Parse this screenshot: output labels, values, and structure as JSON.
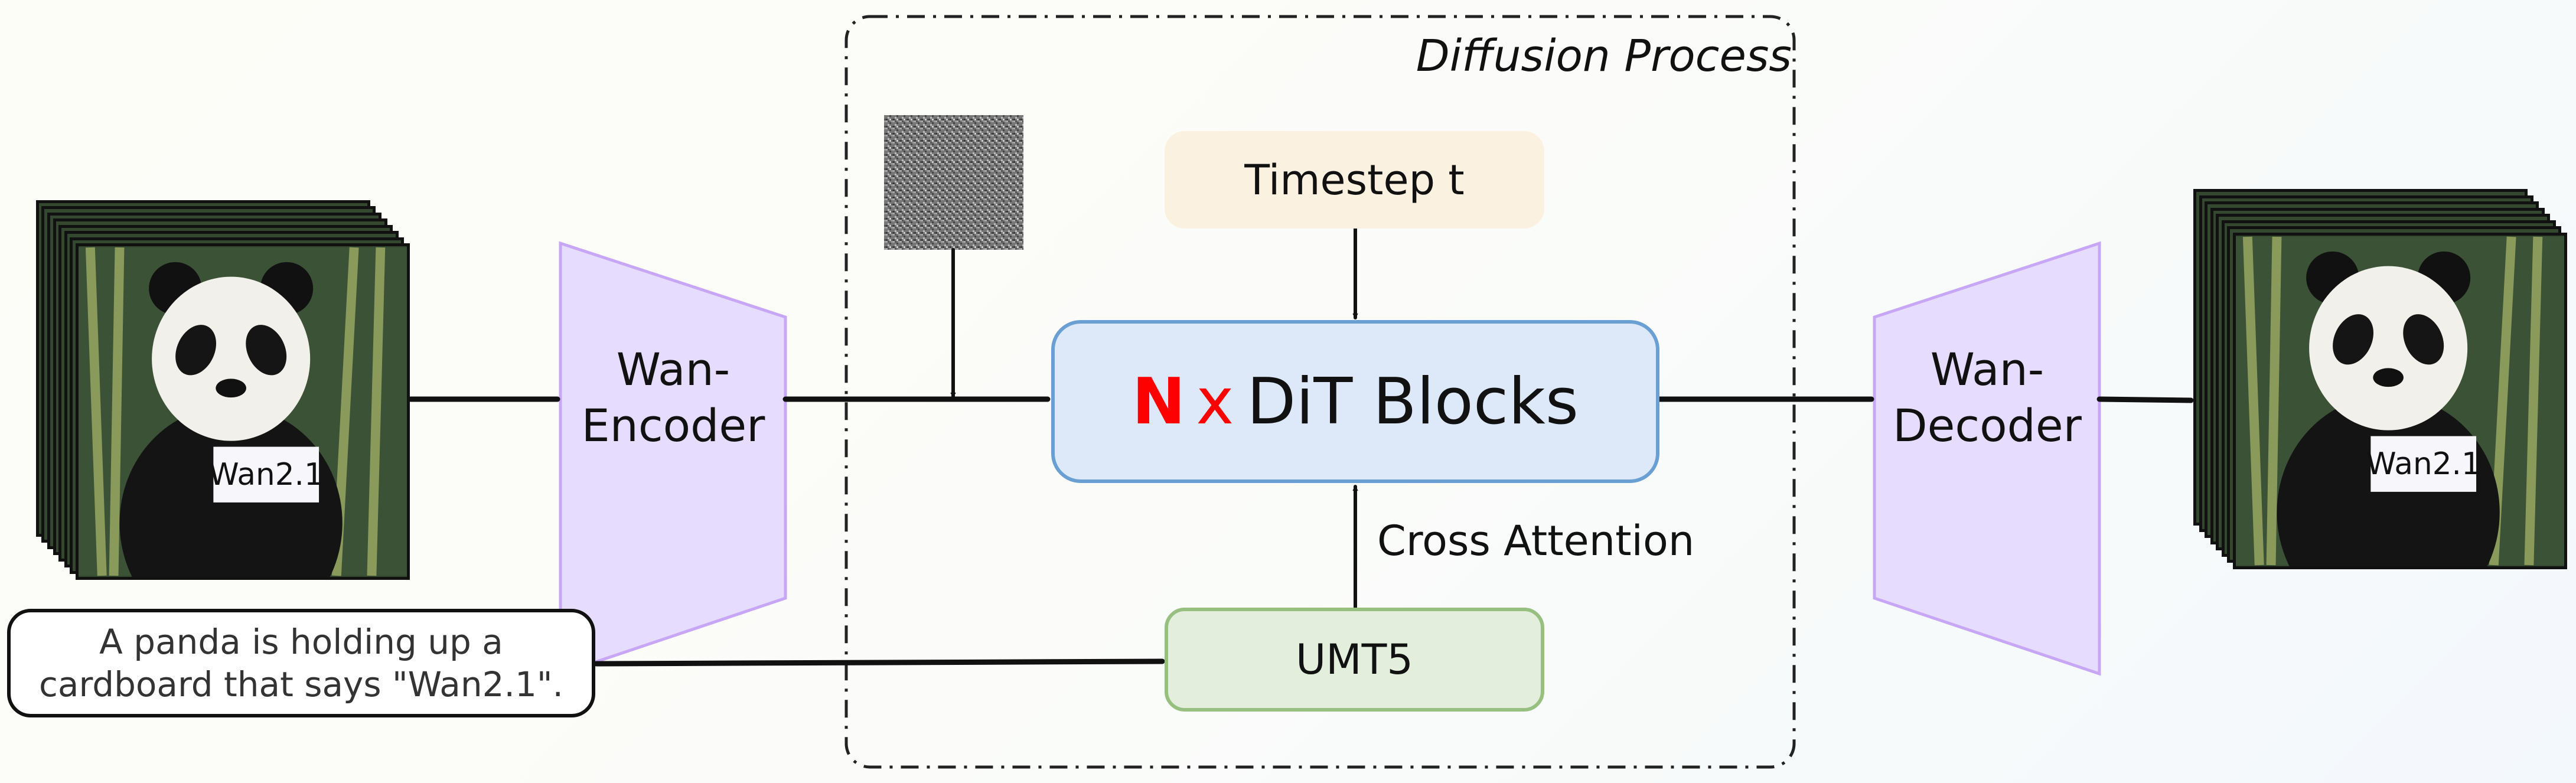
{
  "diffusion_label": "Diffusion Process",
  "timestep_label": "Timestep t",
  "dit": {
    "n": "N",
    "x": "x",
    "label": "DiT Blocks"
  },
  "cross_attention_label": "Cross Attention",
  "umt5_label": "UMT5",
  "encoder": {
    "line1": "Wan-",
    "line2": "Encoder"
  },
  "decoder": {
    "line1": "Wan-",
    "line2": "Decoder"
  },
  "prompt": {
    "line1": "A panda is holding up a",
    "line2": "cardboard that says \"Wan2.1\"."
  },
  "image_sign_text": "Wan2.1",
  "colors": {
    "encoder_fill": "#e6dcfd",
    "encoder_stroke": "#c7a6f5",
    "timestep": "#faf1e0",
    "dit_fill": "#dde9f8",
    "dit_stroke": "#6a9fd3",
    "umt5_fill": "#e3efdc",
    "umt5_stroke": "#97bf80",
    "n_highlight": "#ff0000"
  }
}
